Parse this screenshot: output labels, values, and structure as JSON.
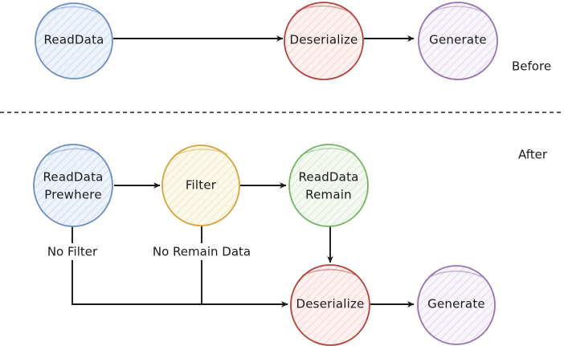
{
  "sections": [
    {
      "id": "before",
      "label": "Before"
    },
    {
      "id": "after",
      "label": "After"
    }
  ],
  "colors": {
    "blue_stroke": "#6b8dc4",
    "blue_fill": "#eef3fb",
    "red_stroke": "#b5413c",
    "red_fill": "#fdf0ef",
    "purple_stroke": "#9575ad",
    "purple_fill": "#f6f2f8",
    "yellow_stroke": "#d3a53a",
    "yellow_fill": "#fdf8e8",
    "green_stroke": "#74b361",
    "green_fill": "#f2f8ef",
    "edge": "#1a1a1a",
    "text": "#1a1a1a",
    "divider": "#222222"
  },
  "before": {
    "nodes": [
      {
        "id": "read-data",
        "lines": [
          "ReadData"
        ],
        "color": "blue"
      },
      {
        "id": "deserialize",
        "lines": [
          "Deserialize"
        ],
        "color": "red"
      },
      {
        "id": "generate",
        "lines": [
          "Generate"
        ],
        "color": "purple"
      }
    ],
    "edges": [
      {
        "id": "read-data-to-deserialize",
        "label": ""
      },
      {
        "id": "deserialize-to-generate",
        "label": ""
      }
    ]
  },
  "after": {
    "nodes": [
      {
        "id": "read-data-prewhere",
        "lines": [
          "ReadData",
          "Prewhere"
        ],
        "color": "blue"
      },
      {
        "id": "filter",
        "lines": [
          "Filter"
        ],
        "color": "yellow"
      },
      {
        "id": "read-data-remain",
        "lines": [
          "ReadData",
          "Remain"
        ],
        "color": "green"
      },
      {
        "id": "deserialize",
        "lines": [
          "Deserialize"
        ],
        "color": "red"
      },
      {
        "id": "generate",
        "lines": [
          "Generate"
        ],
        "color": "purple"
      }
    ],
    "edges": [
      {
        "id": "prewhere-to-filter",
        "label": ""
      },
      {
        "id": "filter-to-remain",
        "label": ""
      },
      {
        "id": "remain-to-deserialize",
        "label": ""
      },
      {
        "id": "prewhere-to-deserialize",
        "label": "No Filter"
      },
      {
        "id": "filter-to-deserialize",
        "label": "No Remain Data"
      },
      {
        "id": "deserialize-to-generate",
        "label": ""
      }
    ]
  }
}
